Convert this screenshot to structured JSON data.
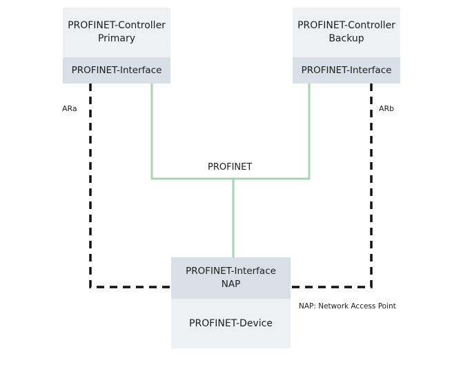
{
  "primary": {
    "title": "PROFINET-Controller",
    "subtitle": "Primary",
    "interface": "PROFINET-Interface"
  },
  "backup": {
    "title": "PROFINET-Controller",
    "subtitle": "Backup",
    "interface": "PROFINET-Interface"
  },
  "network_label": "PROFINET",
  "device": {
    "interface": "PROFINET-Interface",
    "nap": "NAP",
    "name": "PROFINET-Device"
  },
  "ar_a": "ARa",
  "ar_b": "ARb",
  "nap_note": "NAP: Network Access Point",
  "colors": {
    "network_line": "#a7d3b4",
    "ar_line": "#111111",
    "box_light": "#eef1f4",
    "box_dark": "#d8dfe6"
  }
}
